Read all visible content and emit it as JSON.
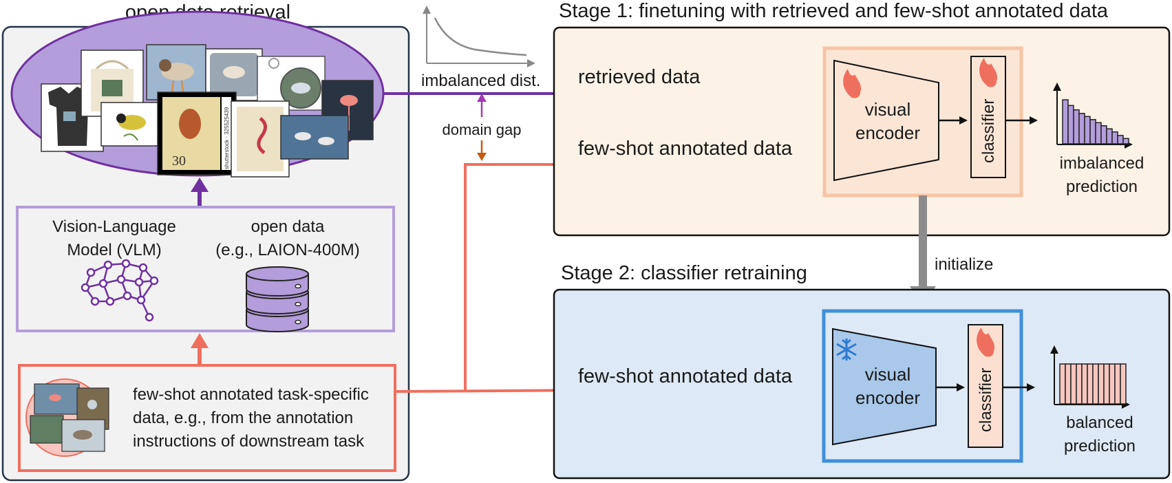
{
  "left_panel": {
    "title": "open data retrieval",
    "vlm_label_line1": "Vision-Language",
    "vlm_label_line2": "Model (VLM)",
    "open_data_line1": "open data",
    "open_data_line2": "(e.g., LAION-400M)",
    "fewshot_desc_line1": "few-shot annotated task-specific",
    "fewshot_desc_line2": "data, e.g., from the annotation",
    "fewshot_desc_line3": "instructions of downstream task",
    "stamp_text": "30",
    "stamp_watermark": "shutterstock · 325525439"
  },
  "middle": {
    "imbalanced_dist": "imbalanced dist.",
    "domain_gap": "domain gap"
  },
  "stage1": {
    "title": "Stage 1: finetuning with retrieved and few-shot annotated data",
    "retrieved_data": "retrieved data",
    "fewshot_data": "few-shot annotated data",
    "encoder_line1": "visual",
    "encoder_line2": "encoder",
    "classifier": "classifier",
    "prediction_line1": "imbalanced",
    "prediction_line2": "prediction",
    "bars": [
      1.0,
      0.87,
      0.77,
      0.69,
      0.62,
      0.55,
      0.48,
      0.41,
      0.34,
      0.27,
      0.19,
      0.12
    ]
  },
  "connector": {
    "initialize": "initialize"
  },
  "stage2": {
    "title": "Stage 2: classifier retraining",
    "fewshot_data": "few-shot annotated data",
    "encoder_line1": "visual",
    "encoder_line2": "encoder",
    "classifier": "classifier",
    "prediction_line1": "balanced",
    "prediction_line2": "prediction",
    "bars": [
      1,
      1,
      1,
      1,
      1,
      1,
      1,
      1,
      1,
      1,
      1,
      1
    ]
  },
  "colors": {
    "purple": "#7030a0",
    "purple_light": "#b39ddb",
    "coral": "#ef6f5e",
    "orange_dark": "#c55a11",
    "stage1_bg": "#fdf2e6",
    "stage2_bg": "#dde9f6",
    "blue": "#3f8fdb",
    "gray": "#8c8c8c"
  }
}
